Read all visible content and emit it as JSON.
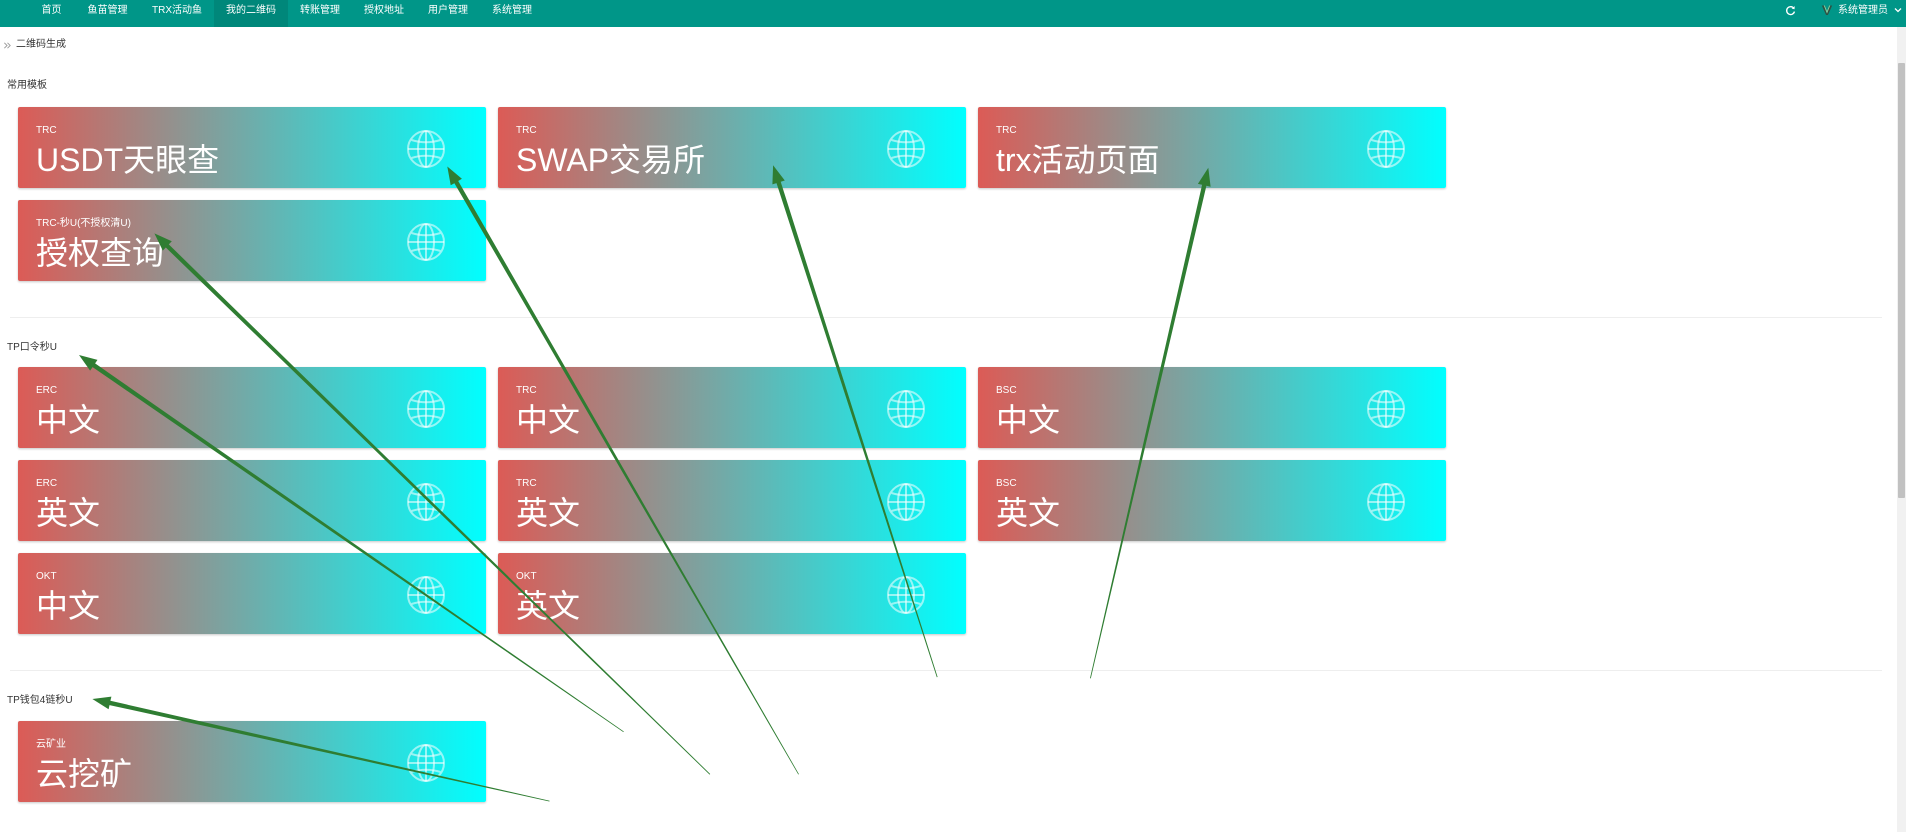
{
  "nav": {
    "items": [
      {
        "label": "首页",
        "active": false
      },
      {
        "label": "鱼苗管理",
        "active": false
      },
      {
        "label": "TRX活动鱼",
        "active": false
      },
      {
        "label": "我的二维码",
        "active": true
      },
      {
        "label": "转账管理",
        "active": false
      },
      {
        "label": "授权地址",
        "active": false
      },
      {
        "label": "用户管理",
        "active": false
      },
      {
        "label": "系统管理",
        "active": false
      }
    ],
    "refresh_icon": "refresh-icon",
    "user": {
      "avatar_icon": "v-logo-icon",
      "name": "系统管理员",
      "dropdown_icon": "chevron-down-icon"
    }
  },
  "breadcrumb": {
    "separator_icon": "double-chevron-right-icon",
    "current": "二维码生成"
  },
  "sections": [
    {
      "title": "常用模板",
      "cards": [
        {
          "chain": "TRC",
          "title": "USDT天眼查",
          "icon": "globe-icon"
        },
        {
          "chain": "TRC",
          "title": "SWAP交易所",
          "icon": "globe-icon"
        },
        {
          "chain": "TRC",
          "title": "trx活动页面",
          "icon": "globe-icon"
        },
        {
          "chain": "TRC-秒U(不授权清U)",
          "title": "授权查询",
          "icon": "globe-icon"
        }
      ]
    },
    {
      "title": "TP口令秒U",
      "cards": [
        {
          "chain": "ERC",
          "title": "中文",
          "icon": "globe-icon"
        },
        {
          "chain": "TRC",
          "title": "中文",
          "icon": "globe-icon"
        },
        {
          "chain": "BSC",
          "title": "中文",
          "icon": "globe-icon"
        },
        {
          "chain": "ERC",
          "title": "英文",
          "icon": "globe-icon"
        },
        {
          "chain": "TRC",
          "title": "英文",
          "icon": "globe-icon"
        },
        {
          "chain": "BSC",
          "title": "英文",
          "icon": "globe-icon"
        },
        {
          "chain": "OKT",
          "title": "中文",
          "icon": "globe-icon"
        },
        {
          "chain": "OKT",
          "title": "英文",
          "icon": "globe-icon"
        }
      ]
    },
    {
      "title": "TP钱包4链秒U",
      "cards": [
        {
          "chain": "云矿业",
          "title": "云挖矿",
          "icon": "globe-icon"
        }
      ]
    }
  ],
  "colors": {
    "nav_bg": "#009688",
    "nav_active_bg": "#00877a",
    "card_gradient_start": "#dc5b56",
    "card_gradient_end": "#00ffff",
    "annotation_arrow": "#2f7d32",
    "scrollbar_thumb": "#c1c1c1"
  }
}
